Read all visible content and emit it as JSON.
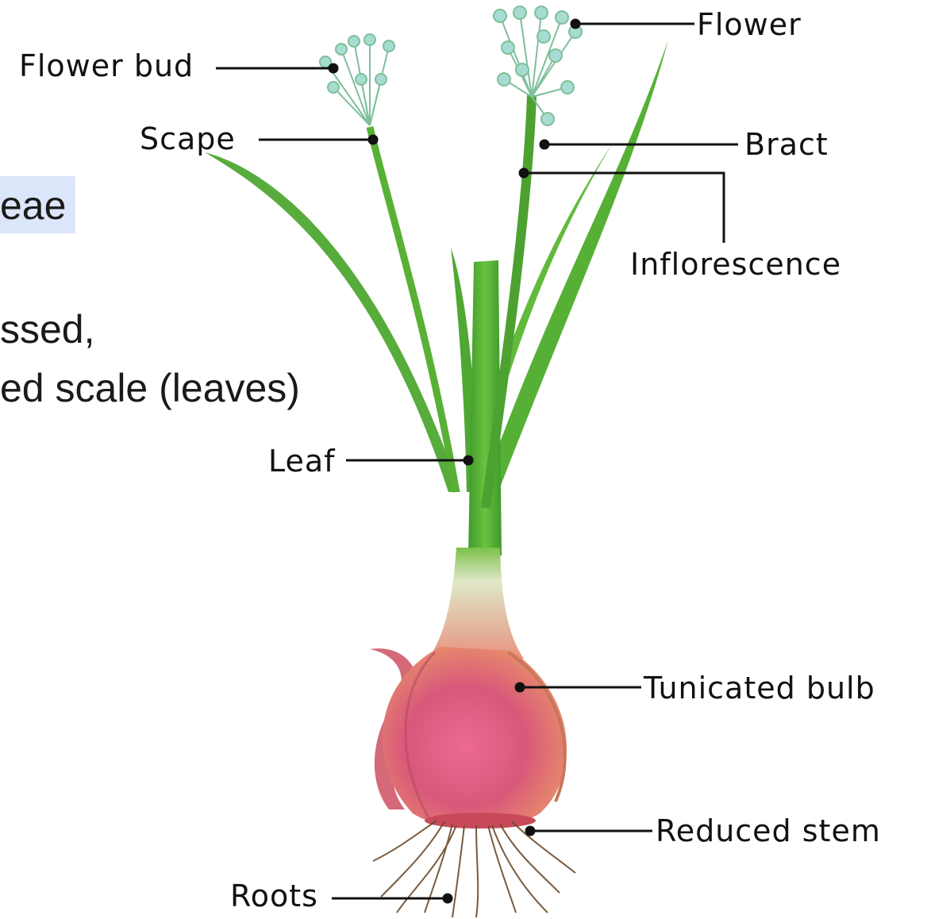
{
  "slide_text": {
    "heading_fragment": "eae",
    "body_line_1": "ssed,",
    "body_line_2": "ed scale (leaves)"
  },
  "labels": {
    "flower": "Flower",
    "flower_bud": "Flower bud",
    "scape": "Scape",
    "bract": "Bract",
    "inflorescence": "Inflorescence",
    "leaf": "Leaf",
    "tunicated_bulb": "Tunicated bulb",
    "reduced_stem": "Reduced stem",
    "roots": "Roots"
  },
  "colors": {
    "heading_highlight": "#dce6fa",
    "leaf_green": "#5fb43a",
    "bulb_pink": "#d85b7a",
    "bulb_orange": "#e58a62",
    "flower_teal": "#9fd8cf",
    "root_brown": "#6b4a2a"
  }
}
